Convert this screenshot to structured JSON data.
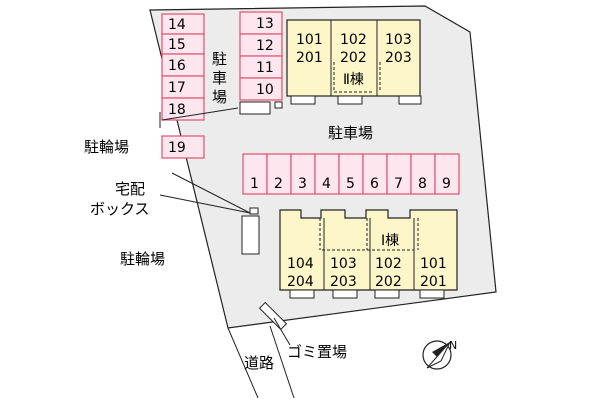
{
  "colors": {
    "lot": "#ececec",
    "parking_fill": "#fde6ee",
    "parking_stroke": "#e0506f",
    "building_fill": "#fdf6c8",
    "outline": "#222222"
  },
  "labels": {
    "parking_left_chars": [
      "駐",
      "車",
      "場"
    ],
    "parking_center": "駐車場",
    "bicycle_top": "駐輪場",
    "bicycle_bottom": "駐輪場",
    "delivery_box_line1": "宅配",
    "delivery_box_line2": "ボックス",
    "road": "道路",
    "garbage": "ゴミ置場",
    "building_2": "Ⅱ棟",
    "building_1": "Ⅰ棟"
  },
  "parking": {
    "left_column": [
      "14",
      "15",
      "16",
      "17",
      "18"
    ],
    "middle_column": [
      "13",
      "12",
      "11",
      "10"
    ],
    "single": [
      "19"
    ],
    "row": [
      "1",
      "2",
      "3",
      "4",
      "5",
      "6",
      "7",
      "8",
      "9"
    ]
  },
  "building_2_units": [
    {
      "upper": "101",
      "lower": "201"
    },
    {
      "upper": "102",
      "lower": "202"
    },
    {
      "upper": "103",
      "lower": "203"
    }
  ],
  "building_1_units": [
    {
      "upper": "104",
      "lower": "204"
    },
    {
      "upper": "103",
      "lower": "203"
    },
    {
      "upper": "102",
      "lower": "202"
    },
    {
      "upper": "101",
      "lower": "201"
    }
  ],
  "compass": {
    "north_label": "N"
  }
}
